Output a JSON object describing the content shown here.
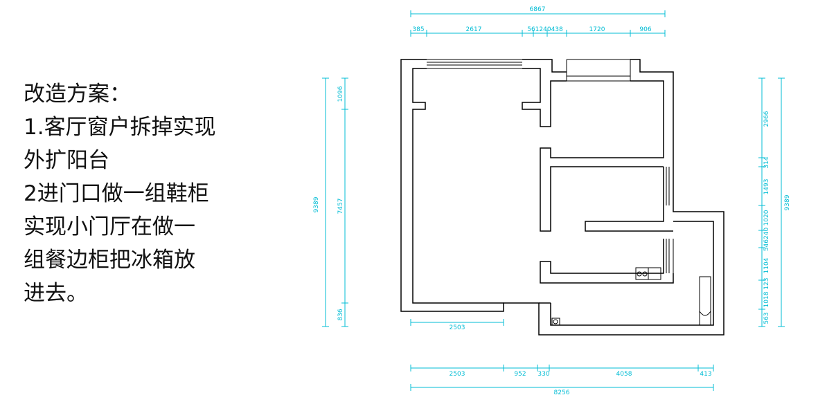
{
  "notes": {
    "lines": [
      "改造方案：",
      "1.客厅窗户拆掉实现",
      "外扩阳台",
      "2进门口做一组鞋柜",
      "实现小门厅在做一",
      "组餐边柜把冰箱放",
      "进去。"
    ]
  },
  "dimensions": {
    "top_total": "6867",
    "top_segments": [
      "385",
      "2617",
      "561240438",
      "1720",
      "906"
    ],
    "left_total": "9389",
    "left_segments": [
      "1096",
      "7457",
      "836"
    ],
    "right_segments": [
      "2966",
      "314",
      "1493",
      "1020",
      "546240",
      "1104",
      "1018 123",
      "563"
    ],
    "right_total": "9389",
    "inner_bottom": "2503",
    "bottom_segments": [
      "2503",
      "952",
      "330",
      "4058",
      "413"
    ],
    "bottom_total": "8256"
  },
  "colors": {
    "dimension": "#00bcd4",
    "wall": "#000000",
    "text": "#111111"
  }
}
